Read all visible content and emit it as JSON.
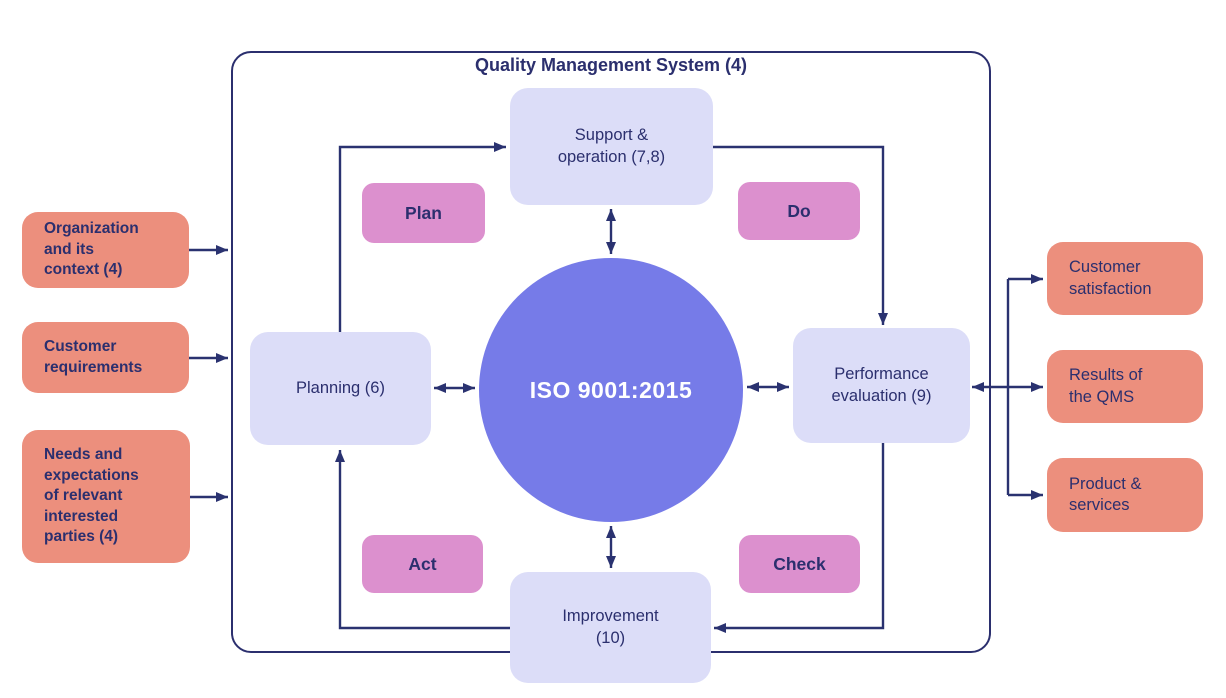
{
  "diagram": {
    "title": "Quality Management System (4)",
    "center": {
      "label": "ISO 9001:2015"
    },
    "nodes": {
      "support": {
        "label": "Support &\noperation (7,8)"
      },
      "planning": {
        "label": "Planning (6)"
      },
      "performance": {
        "label": "Performance\nevaluation (9)"
      },
      "improvement": {
        "label": "Improvement\n(10)"
      }
    },
    "pdca": {
      "plan": "Plan",
      "do": "Do",
      "check": "Check",
      "act": "Act"
    },
    "inputs": [
      {
        "label": "Organization\nand its\ncontext (4)"
      },
      {
        "label": "Customer\nrequirements"
      },
      {
        "label": "Needs and\nexpectations\nof relevant\ninterested\nparties (4)"
      }
    ],
    "outputs": [
      {
        "label": "Customer\nsatisfaction"
      },
      {
        "label": "Results of\nthe QMS"
      },
      {
        "label": "Product &\nservices"
      }
    ]
  },
  "theme": {
    "navy": "#2b2f6e",
    "line": "#2a3270",
    "salmon": "#ec8f7d",
    "lavender": "#dcddf8",
    "circle_blue": "#767be8",
    "pink": "#dc90ce",
    "background": "#ffffff"
  }
}
